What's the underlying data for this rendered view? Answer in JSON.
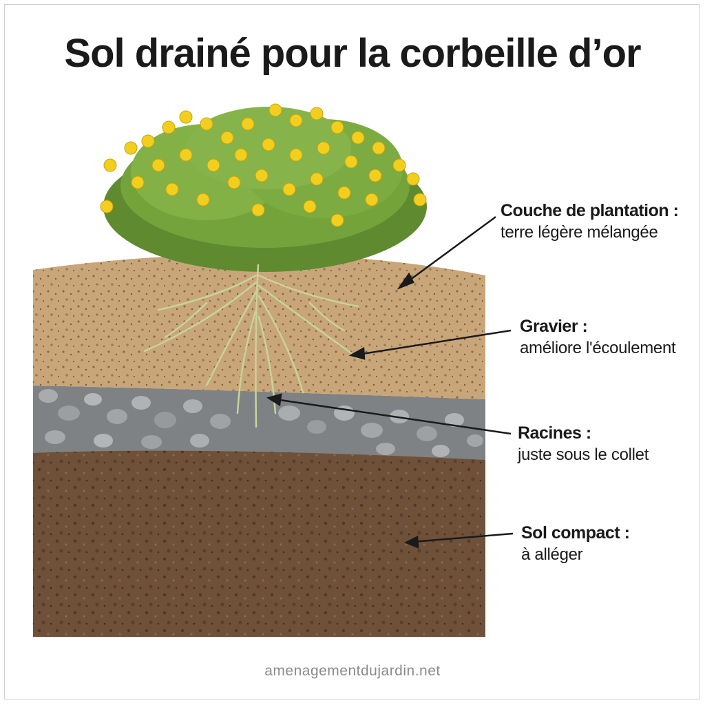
{
  "title": "Sol drainé pour la corbeille d’or",
  "labels": [
    {
      "head": "Couche de plantation :",
      "desc": "terre légère mélangée"
    },
    {
      "head": "Gravier :",
      "desc": "améliore l'écoulement"
    },
    {
      "head": "Racines :",
      "desc": "juste sous le collet"
    },
    {
      "head": "Sol compact :",
      "desc": "à alléger"
    }
  ],
  "footer": "amenagementdujardin.net",
  "colors": {
    "topsoil": "#c8a67a",
    "gravel": "#8e9092",
    "compact_soil": "#6e5138",
    "foliage": "#6f9a3a",
    "flower": "#f2cf1f",
    "roots": "#c9d39a"
  }
}
